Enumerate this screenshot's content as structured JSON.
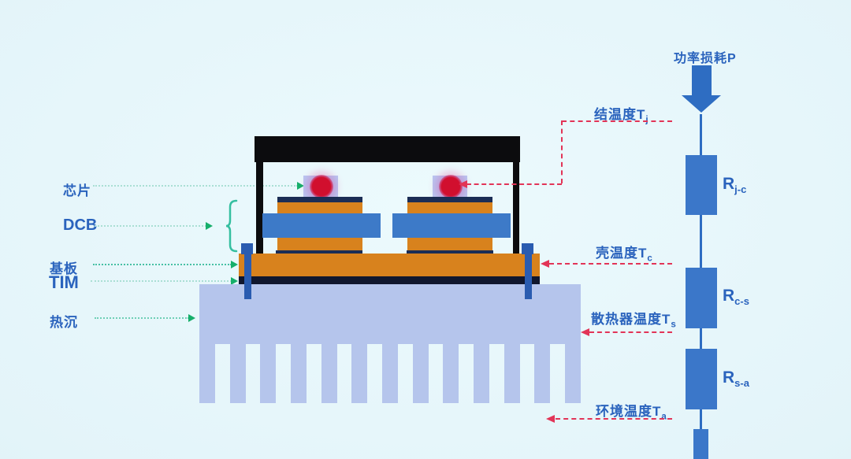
{
  "colors": {
    "background": "#e4f5f9",
    "label_blue": "#2a63bd",
    "leader_line_teal": "#46c0a4",
    "leader_arrow_green": "#16af6b",
    "leader_line_red": "#e23457",
    "module_copper_orange": "#d8821d",
    "module_dcb_blue": "#3d7ac8",
    "module_solder_navy": "#1b2d55",
    "frame_black": "#0c0c0e",
    "heatsink_blue": "#b5c5ec",
    "resistor_blue": "#3b77c9",
    "chip_hotspot_red": "#d10f2e",
    "chip_die_lavender": "#b9c6f2"
  },
  "left_labels": {
    "chip": "芯片",
    "dcb": "DCB",
    "baseplate": "基板",
    "tim": "TIM",
    "heatsink": "热沉"
  },
  "right_labels": {
    "junction": {
      "text": "结温度T",
      "sub": "j"
    },
    "case": {
      "text": "壳温度T",
      "sub": "c"
    },
    "sink": {
      "text": "散热器温度T",
      "sub": "s"
    },
    "ambient": {
      "text": "环境温度T",
      "sub": "a"
    }
  },
  "power": {
    "label": "功率损耗P"
  },
  "thermal_resistances": {
    "r_jc": {
      "text": "R",
      "sub": "j-c"
    },
    "r_cs": {
      "text": "R",
      "sub": "c-s"
    },
    "r_sa": {
      "text": "R",
      "sub": "s-a"
    }
  }
}
